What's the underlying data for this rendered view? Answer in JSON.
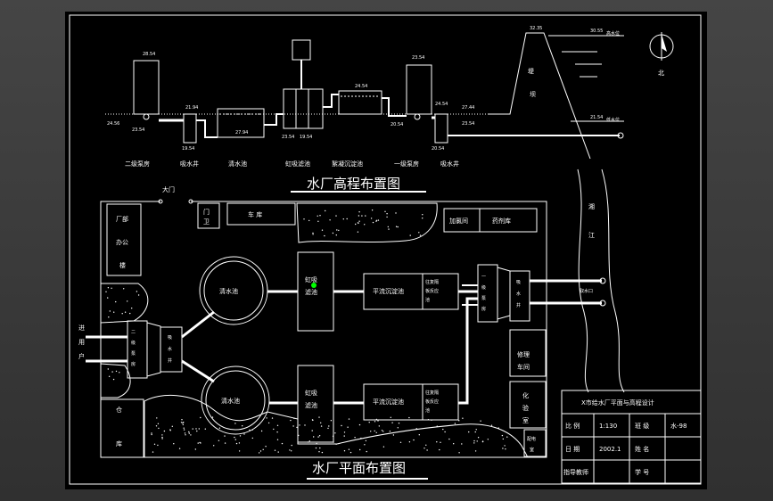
{
  "titles": {
    "section_profile": "水厂高程布置图",
    "section_plan": "水厂平面布置图"
  },
  "profile_labels": {
    "secondary_pump": "二级泵房",
    "suction_well_1": "吸水井",
    "clear_tank": "清水池",
    "filter": "虹吸滤池",
    "flocculation": "絮凝沉淀池",
    "primary_pump": "一级泵房",
    "suction_well_2": "吸水井",
    "dam_1": "堤",
    "dam_2": "坝",
    "high_water": "高水位",
    "low_water": "低水位"
  },
  "profile_elevations": {
    "e1": "28.54",
    "e2": "24.56",
    "e3": "23.54",
    "e4": "21.94",
    "e5": "19.54",
    "e6": "27.94",
    "e7": "23.54",
    "e8": "19.54",
    "e9": "24.54",
    "e10": "23.54",
    "e11": "20.54",
    "e12": "24.54",
    "e13": "27.44",
    "e14": "23.54",
    "e15": "20.54",
    "e16": "32.35",
    "e17": "30.55",
    "e18": "21.54"
  },
  "plan_labels": {
    "gate": "大门",
    "guard_1": "门",
    "guard_2": "卫",
    "garage": "车 库",
    "office_1": "厂部",
    "office_2": "办公",
    "office_3": "楼",
    "dosing": "加氯间",
    "chem_store": "药剂库",
    "clear_tank_1": "清水池",
    "clear_tank_2": "清水池",
    "filter_1": "虹吸\n滤池",
    "filter_2": "虹吸\n滤池",
    "sedimentation_1": "平流沉淀池",
    "sedimentation_2": "平流沉淀池",
    "reaction_1": "往复隔\n板反应\n池",
    "reaction_2": "往复隔\n板反应\n池",
    "pump1": "一\n级\n泵\n房",
    "suction_well_p1": "吸\n水\n井",
    "intake": "取水口",
    "river_1": "湘",
    "river_2": "江",
    "pump2": "二\n级\n泵\n房",
    "suction_well_p2": "吸\n水\n井",
    "to_user_1": "进",
    "to_user_2": "用",
    "to_user_3": "户",
    "warehouse_1": "仓",
    "warehouse_2": "库",
    "repair_1": "修理",
    "repair_2": "车间",
    "lab_1": "化",
    "lab_2": "验",
    "lab_3": "室",
    "dist_1": "配电",
    "dist_2": "室",
    "north": "北"
  },
  "title_block": {
    "heading": "X市给水厂平面与高程设计",
    "r1c1": "比 例",
    "r1c2": "1:130",
    "r1c3": "班 级",
    "r1c4": "水-98",
    "r2c1": "日 期",
    "r2c2": "2002.1",
    "r2c3": "姓 名",
    "r2c4": "",
    "r3c1": "指导教师",
    "r3c2": "",
    "r3c3": "学 号",
    "r3c4": ""
  },
  "colors": {
    "background": "#000000",
    "lines": "#ffffff",
    "marker": "#00ff00"
  }
}
